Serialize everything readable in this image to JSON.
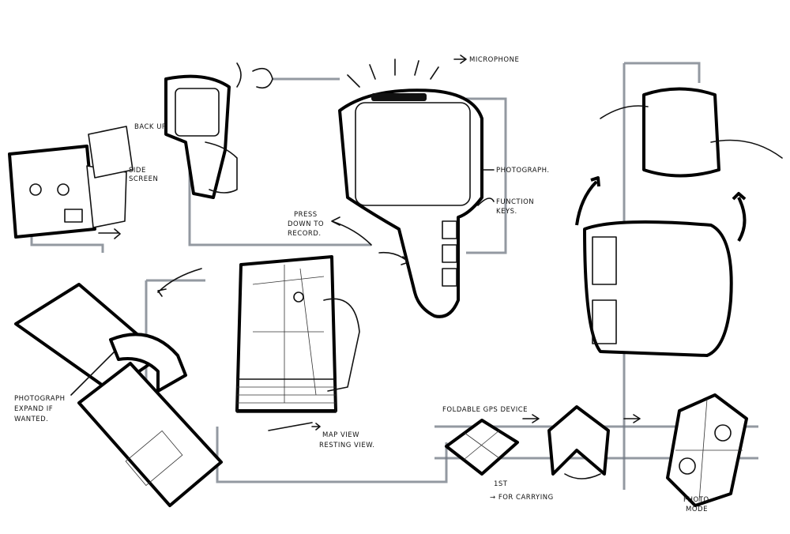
{
  "title": "Handheld device concept sketches",
  "annotations": {
    "back_up": "BACK UP",
    "side_screen_1": "SIDE",
    "side_screen_2": "SCREEN",
    "microphone": "MICROPHONE",
    "photograph": "PHOTOGRAPH.",
    "function_keys_1": "FUNCTION",
    "function_keys_2": "KEYS.",
    "press_1": "PRESS",
    "press_2": "DOWN TO",
    "press_3": "RECORD.",
    "expand_1": "PHOTOGRAPH",
    "expand_2": "EXPAND IF",
    "expand_3": "WANTED.",
    "map_1": "MAP VIEW",
    "map_2": "RESTING VIEW.",
    "foldable": "FOLDABLE  GPS DEVICE",
    "first": "1ST",
    "carrying": "→ FOR CARRYING",
    "photo_1": "PHOTO",
    "photo_2": "MODE"
  }
}
